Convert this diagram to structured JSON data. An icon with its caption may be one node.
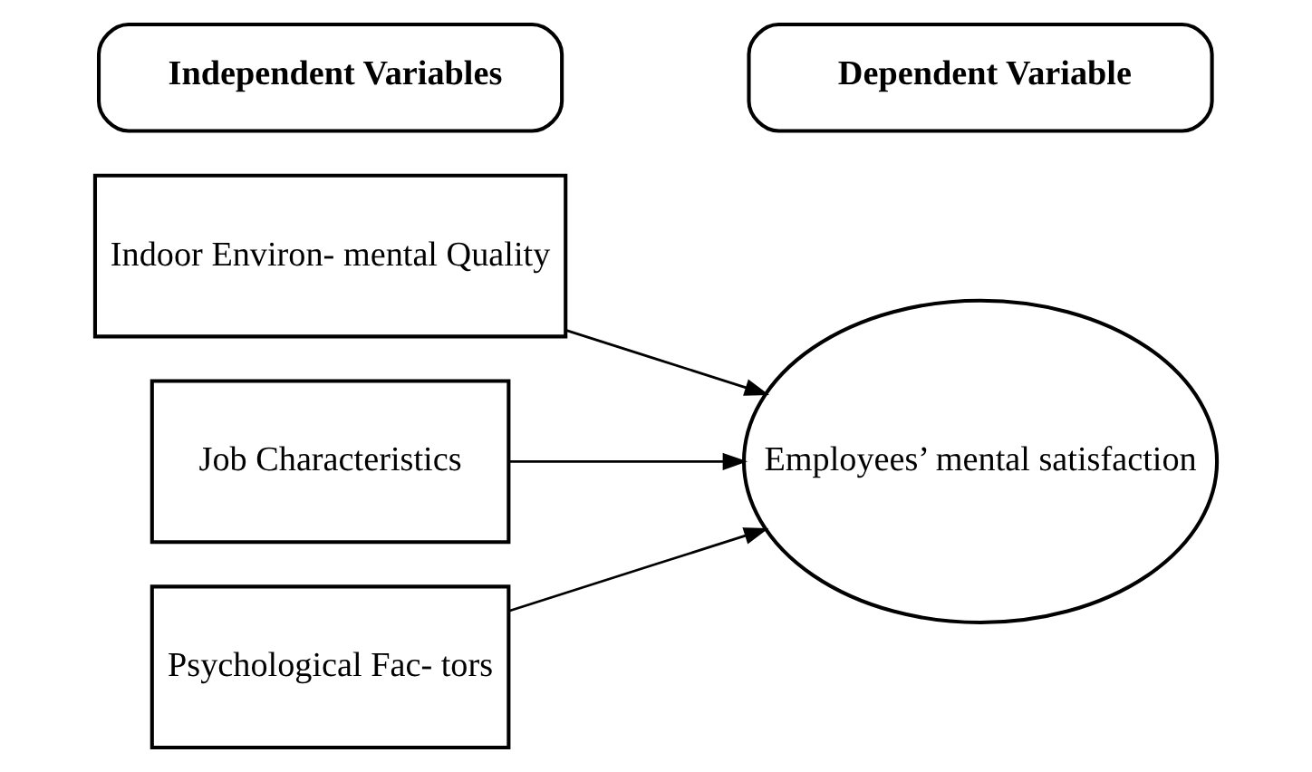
{
  "diagram": {
    "nodes": [
      {
        "text": [
          "Indoor Environ- mental Quality"
        ]
      },
      {
        "text": [
          "Job Characteristics"
        ]
      },
      {
        "text": [
          "Psychological Fac- tors"
        ]
      },
      {
        "text": [
          "Employees’ mental satisfaction"
        ]
      },
      {
        "text": [
          "Independent Variables"
        ]
      },
      {
        "text": [
          "Dependent Variable"
        ]
      }
    ],
    "edges": [
      {
        "from": 0,
        "to": 3,
        "arrow": "to"
      },
      {
        "from": 1,
        "to": 3,
        "arrow": "to"
      },
      {
        "from": 2,
        "to": 3,
        "arrow": "to"
      }
    ]
  }
}
